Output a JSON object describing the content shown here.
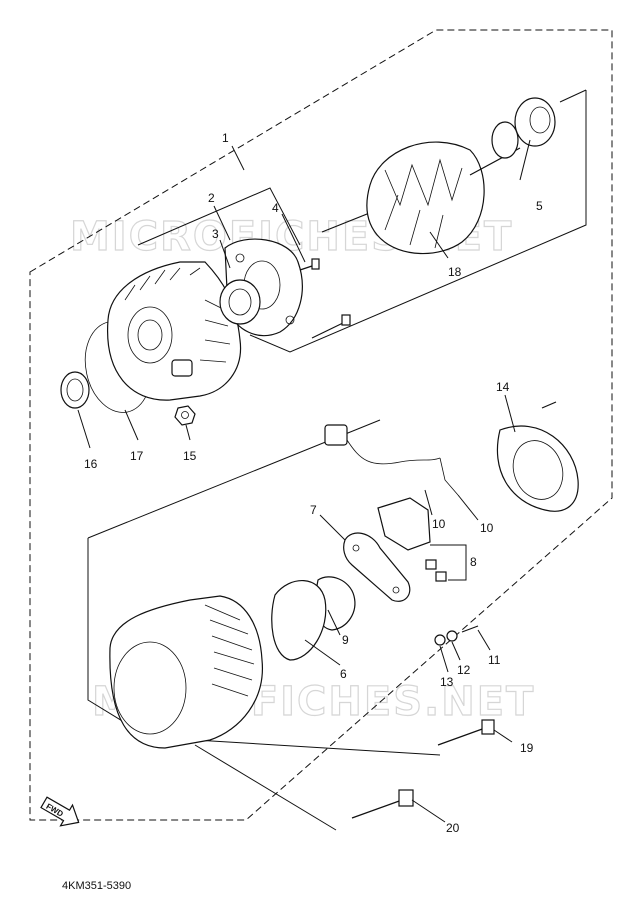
{
  "watermark_text": "MICROFICHES.NET",
  "document_code": "4KM351-5390",
  "fwd_label": "FWD",
  "callouts": [
    {
      "id": "callout-1",
      "text": "1"
    },
    {
      "id": "callout-2",
      "text": "2"
    },
    {
      "id": "callout-3",
      "text": "3"
    },
    {
      "id": "callout-4",
      "text": "4"
    },
    {
      "id": "callout-5",
      "text": "5"
    },
    {
      "id": "callout-6",
      "text": "6"
    },
    {
      "id": "callout-7",
      "text": "7"
    },
    {
      "id": "callout-8",
      "text": "8"
    },
    {
      "id": "callout-9",
      "text": "9"
    },
    {
      "id": "callout-10a",
      "text": "10"
    },
    {
      "id": "callout-10b",
      "text": "10"
    },
    {
      "id": "callout-11",
      "text": "11"
    },
    {
      "id": "callout-12",
      "text": "12"
    },
    {
      "id": "callout-13",
      "text": "13"
    },
    {
      "id": "callout-14",
      "text": "14"
    },
    {
      "id": "callout-15",
      "text": "15"
    },
    {
      "id": "callout-16",
      "text": "16"
    },
    {
      "id": "callout-17",
      "text": "17"
    },
    {
      "id": "callout-18",
      "text": "18"
    },
    {
      "id": "callout-19",
      "text": "19"
    },
    {
      "id": "callout-20",
      "text": "20"
    }
  ]
}
